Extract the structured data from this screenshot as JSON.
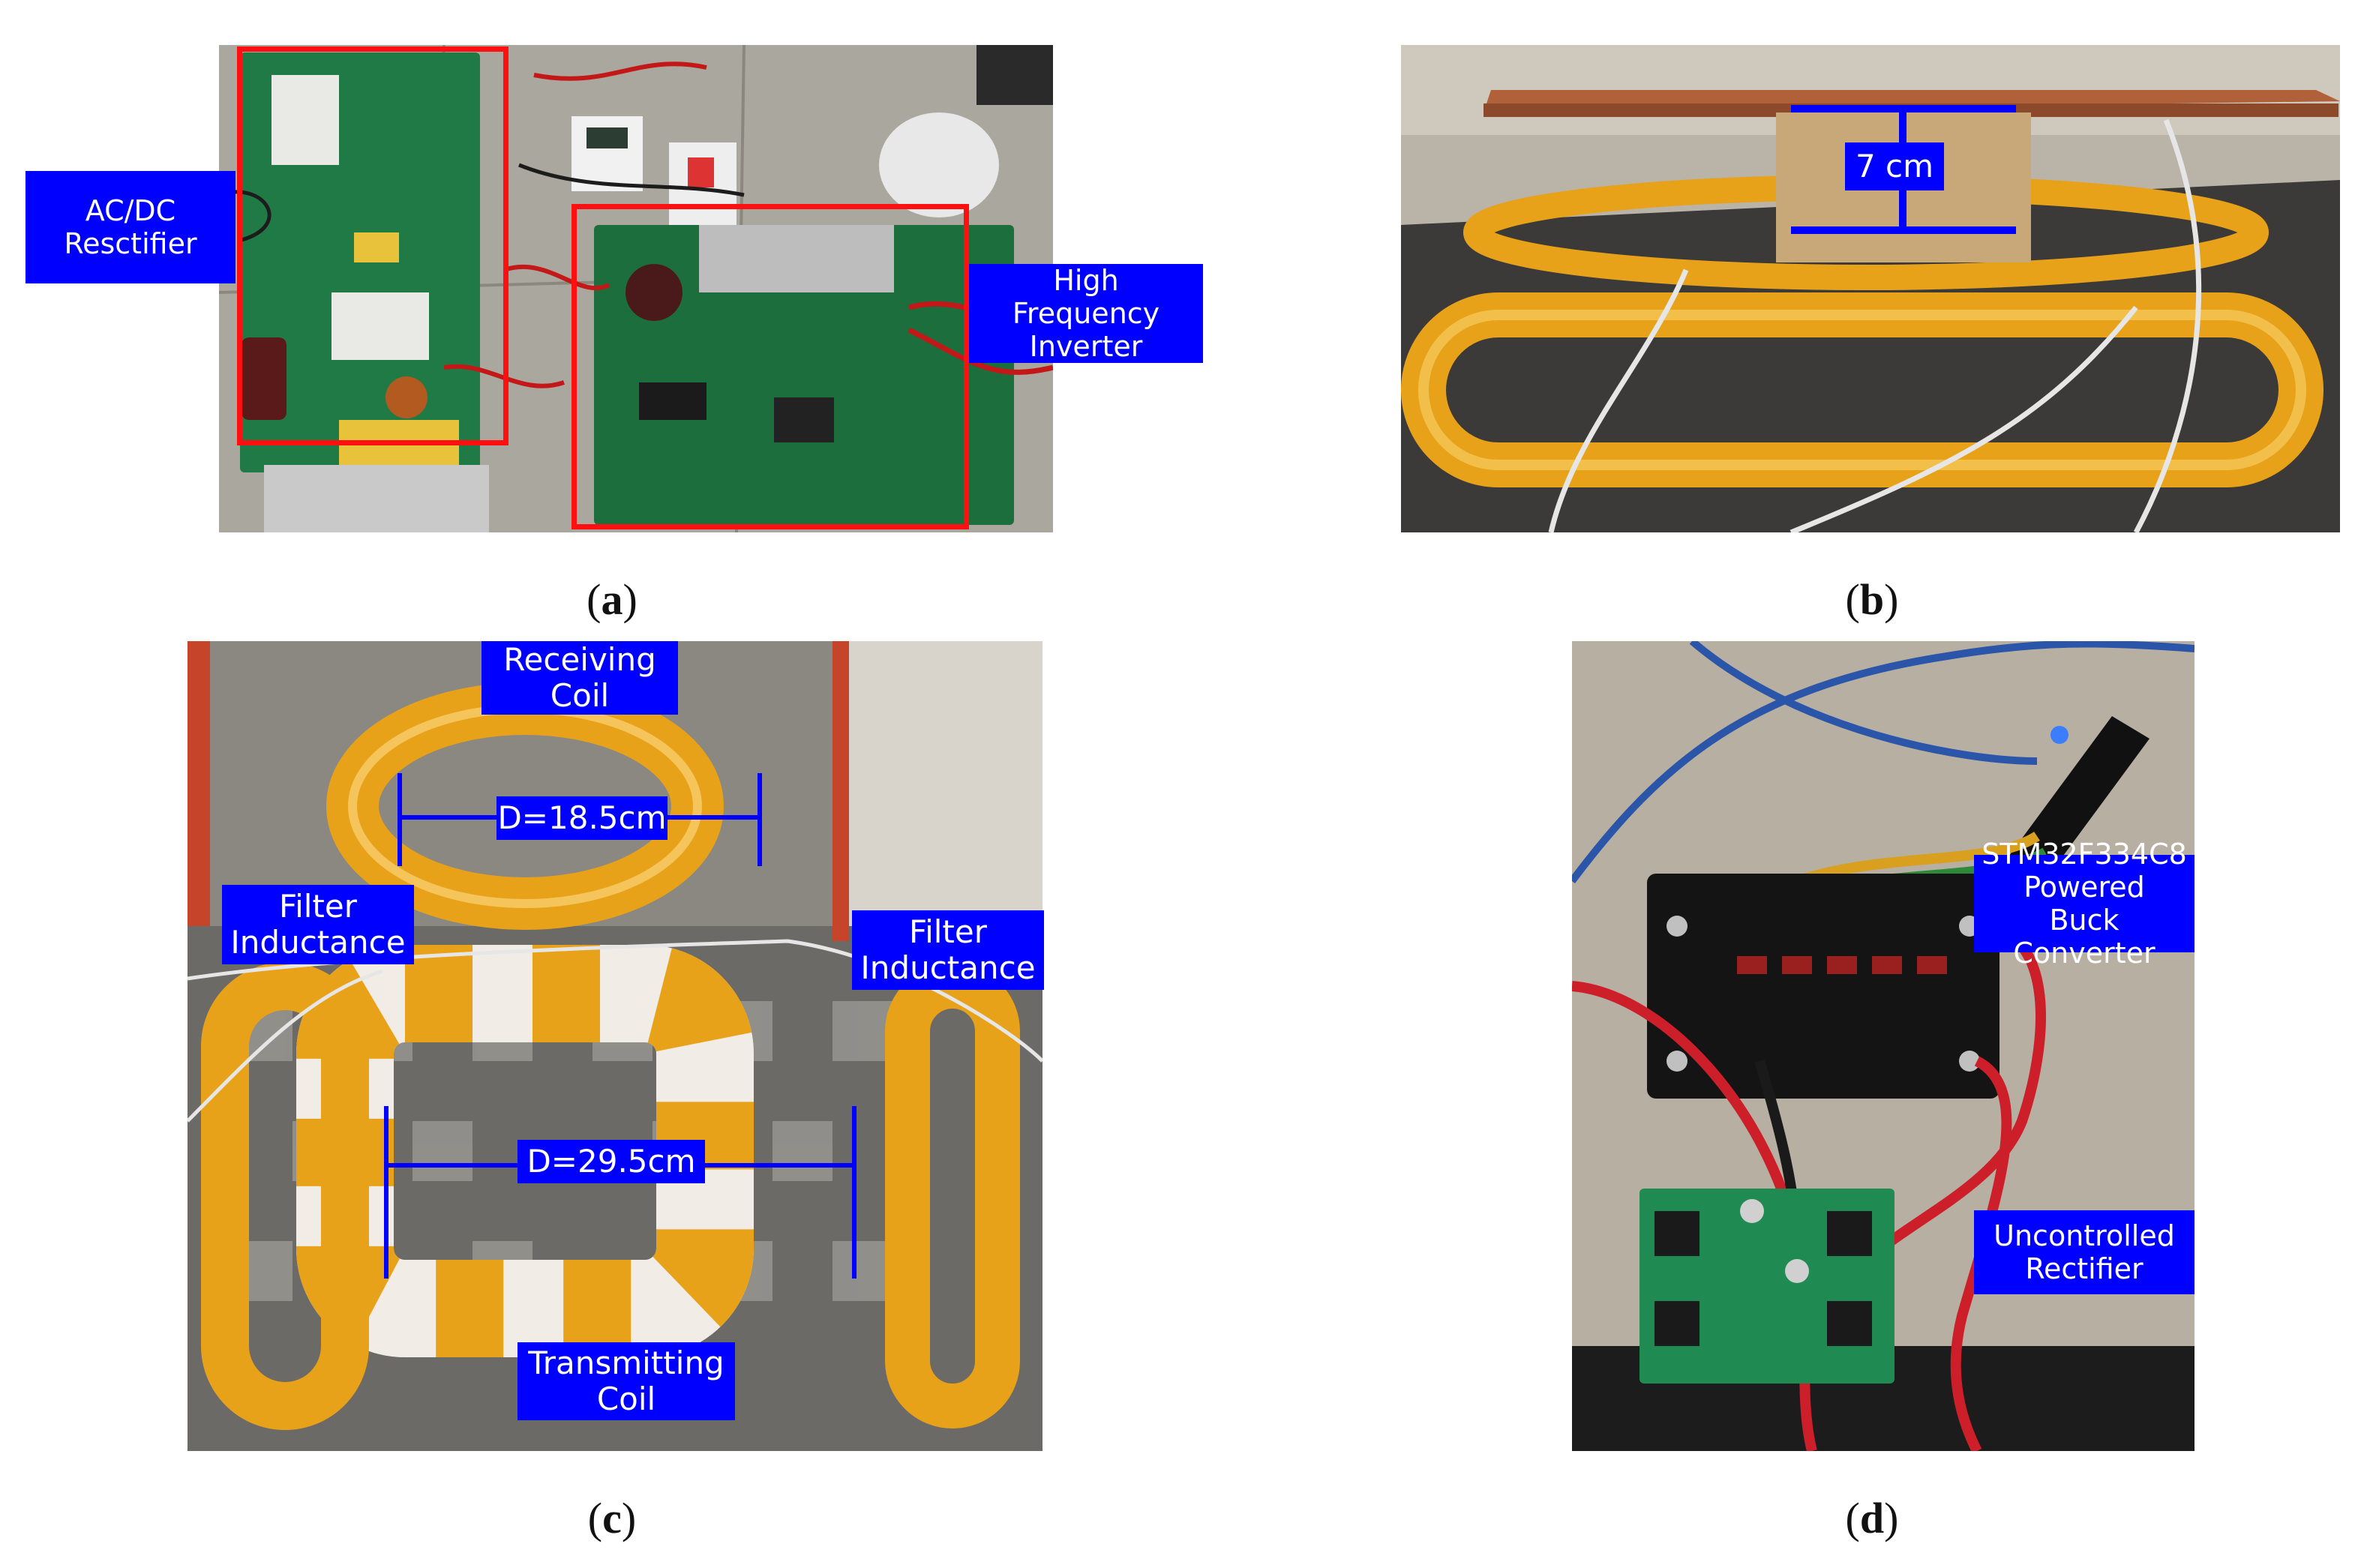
{
  "panels": {
    "a": {
      "caption": "a",
      "labels": {
        "rectifier": "AC/DC\nResctifier",
        "inverter": "High Frequency\nInverter"
      }
    },
    "b": {
      "caption": "b",
      "labels": {
        "gap": "7 cm"
      }
    },
    "c": {
      "caption": "c",
      "labels": {
        "receiving_coil": "Receiving\nCoil",
        "rx_diameter": "D=18.5cm",
        "filter_left": "Filter\nInductance",
        "filter_right": "Filter\nInductance",
        "tx_diameter": "D=29.5cm",
        "transmitting_coil": "Transmitting\nCoil"
      }
    },
    "d": {
      "caption": "d",
      "labels": {
        "buck": "STM32F334C8\nPowered\nBuck Converter",
        "rectifier": "Uncontrolled\nRectifier"
      }
    }
  },
  "colors": {
    "label_bg": "#0000ff",
    "label_text": "#ffffff",
    "box": "#ff1010",
    "coil": "#e8a21a"
  }
}
